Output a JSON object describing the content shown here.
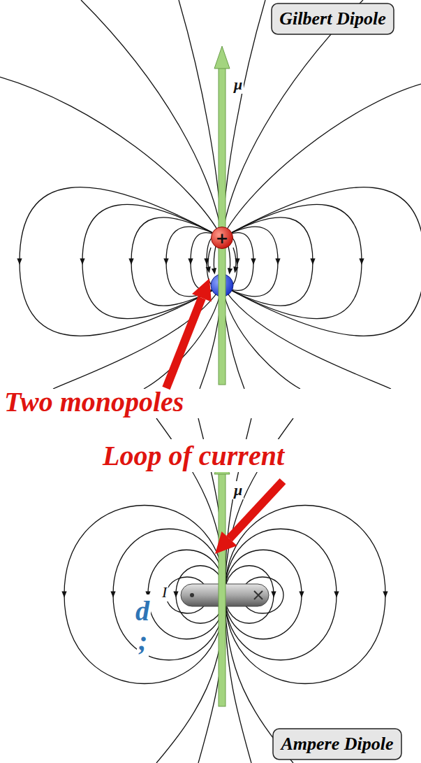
{
  "diagram": {
    "nodes": [
      {
        "text": [
          "Gilbert Dipole"
        ]
      },
      {
        "text": [
          "+"
        ]
      },
      {
        "text": [
          "Ampere Dipole"
        ]
      }
    ],
    "labels": [
      "μ",
      "Two monopoles",
      "Loop of current",
      "μ",
      "I",
      "d",
      ";"
    ]
  }
}
